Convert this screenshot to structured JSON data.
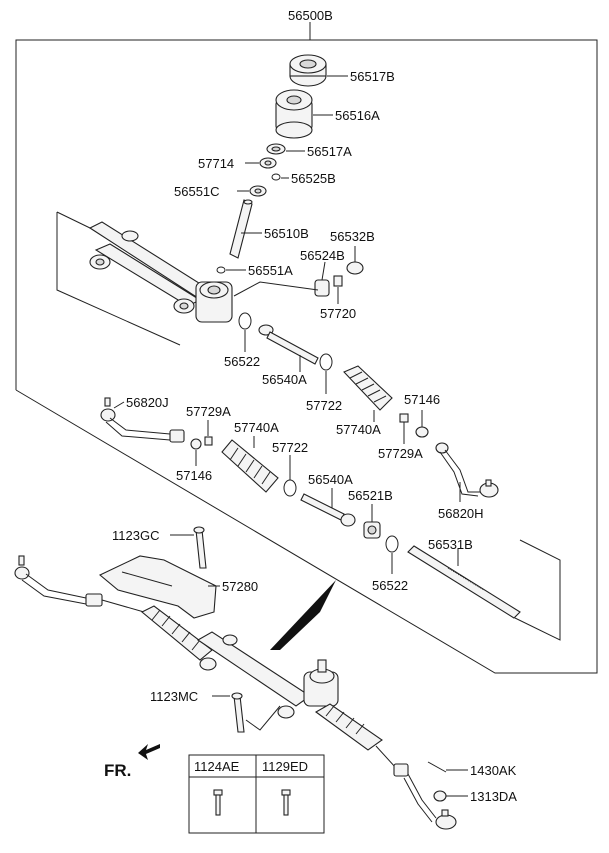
{
  "diagram": {
    "assembly_label": "56500B",
    "front_label": "FR.",
    "parts": {
      "p56517B": "56517B",
      "p56516A": "56516A",
      "p56517A": "56517A",
      "p57714": "57714",
      "p56525B": "56525B",
      "p56551C": "56551C",
      "p56510B": "56510B",
      "p56532B": "56532B",
      "p56524B": "56524B",
      "p56551A": "56551A",
      "p57720": "57720",
      "p56522a": "56522",
      "p56540Aa": "56540A",
      "p57722a": "57722",
      "p57740Aa": "57740A",
      "p57146a": "57146",
      "p57729Aa": "57729A",
      "p56820J": "56820J",
      "p57729Ab": "57729A",
      "p57740Ab": "57740A",
      "p57146b": "57146",
      "p57722b": "57722",
      "p56540Ab": "56540A",
      "p56521B": "56521B",
      "p56820H": "56820H",
      "p1123GC": "1123GC",
      "p57280": "57280",
      "p56531B": "56531B",
      "p56522b": "56522",
      "p1123MC": "1123MC",
      "p1430AK": "1430AK",
      "p1313DA": "1313DA"
    },
    "bolt_table": {
      "col1": "1124AE",
      "col2": "1129ED"
    }
  }
}
